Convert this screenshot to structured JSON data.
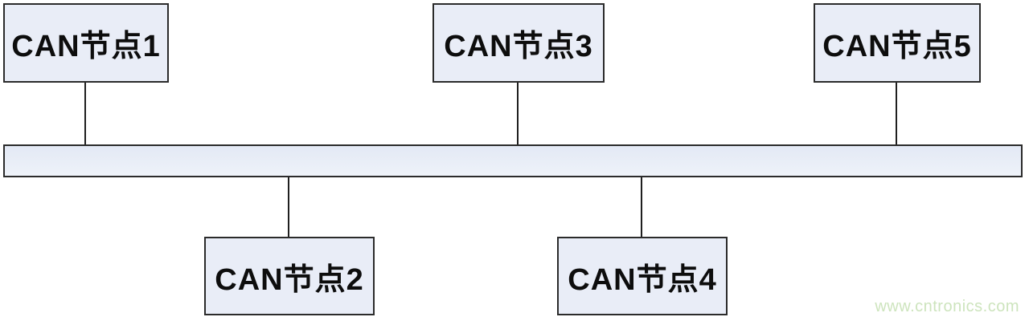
{
  "diagram": {
    "type": "can-bus-topology",
    "nodes": [
      {
        "id": "node1",
        "label": "CAN节点1",
        "row": "top"
      },
      {
        "id": "node2",
        "label": "CAN节点2",
        "row": "bottom"
      },
      {
        "id": "node3",
        "label": "CAN节点3",
        "row": "top"
      },
      {
        "id": "node4",
        "label": "CAN节点4",
        "row": "bottom"
      },
      {
        "id": "node5",
        "label": "CAN节点5",
        "row": "top"
      }
    ],
    "bus": {
      "description": "horizontal CAN bus bar connecting all five nodes"
    },
    "connections": [
      {
        "from": "node1",
        "to": "bus"
      },
      {
        "from": "node2",
        "to": "bus"
      },
      {
        "from": "node3",
        "to": "bus"
      },
      {
        "from": "node4",
        "to": "bus"
      },
      {
        "from": "node5",
        "to": "bus"
      }
    ],
    "colors": {
      "node_fill": "#e9edf7",
      "node_border": "#2b2b2b",
      "bus_fill": "#e6ebf6",
      "connector_line": "#1f1f1f",
      "text": "#0d0d0d",
      "watermark": "#cde4bd",
      "background": "#ffffff"
    }
  },
  "watermark": {
    "text": "www.cntronics.com"
  }
}
